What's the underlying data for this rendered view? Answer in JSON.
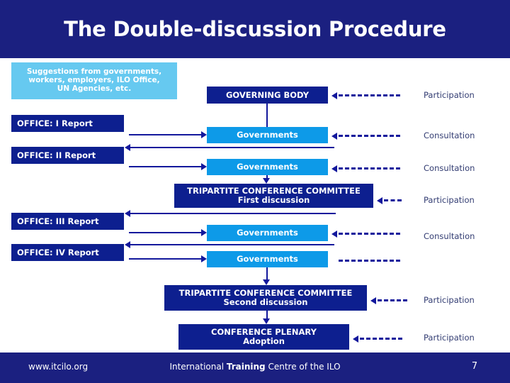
{
  "slide": {
    "title": "The Double-discussion Procedure",
    "colors": {
      "header_bg": "#1b2080",
      "dark_blue_box": "#0d1f8f",
      "light_blue_box": "#0d9ae8",
      "sky_blue_box": "#66c9f0",
      "arrow": "#13189c",
      "right_label_text": "#323c72"
    }
  },
  "boxes": {
    "suggestions": "Suggestions from governments, workers, employers, ILO Office, UN Agencies, etc.",
    "suggestions_lines": [
      "Suggestions from governments,",
      "workers, employers, ILO Office,",
      "UN Agencies, etc."
    ],
    "office_report_1": "OFFICE: I Report",
    "office_report_2": "OFFICE: II Report",
    "office_report_3": "OFFICE: III Report",
    "office_report_4": "OFFICE: IV Report",
    "governing_body": "GOVERNING BODY",
    "governments_1": "Governments",
    "governments_2": "Governments",
    "governments_3": "Governments",
    "governments_4": "Governments",
    "committee_first_title": "TRIPARTITE CONFERENCE COMMITTEE",
    "committee_first_sub": "First discussion",
    "committee_second_title": "TRIPARTITE CONFERENCE COMMITTEE",
    "committee_second_sub": "Second discussion",
    "plenary_title": "CONFERENCE PLENARY",
    "plenary_sub": "Adoption"
  },
  "right_labels": [
    {
      "text": "Participation"
    },
    {
      "text": "Consultation"
    },
    {
      "text": "Consultation"
    },
    {
      "text": "Participation"
    },
    {
      "text": "Consultation"
    },
    {
      "text": "Participation"
    },
    {
      "text": "Participation"
    }
  ],
  "footer": {
    "url": "www.itcilo.org",
    "center_pre": "International ",
    "center_bold": "Training",
    "center_post": " Centre of the ILO",
    "page": "7"
  }
}
